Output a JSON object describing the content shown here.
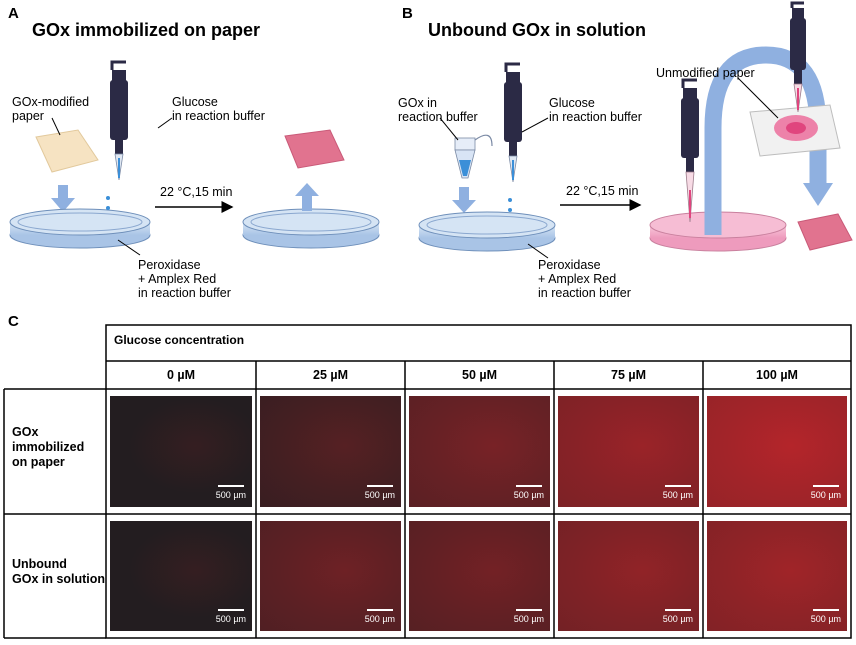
{
  "panelA": {
    "letter": "A",
    "title": "GOx  immobilized  on paper",
    "paper_label_1": "GOx-modified",
    "paper_label_2": "paper",
    "glucose_label_1": "Glucose",
    "glucose_label_2": "in reaction buffer",
    "condition": "22 °C,15 min",
    "dish_label_1": "Peroxidase",
    "dish_label_2": "+ Amplex  Red",
    "dish_label_3": "in reaction buffer"
  },
  "panelB": {
    "letter": "B",
    "title": "Unbound  GOx in solution",
    "gox_label_1": "GOx  in",
    "gox_label_2": "reaction buffer",
    "glucose_label_1": "Glucose",
    "glucose_label_2": "in reaction buffer",
    "condition": "22 °C,15 min",
    "unmodified_label": "Unmodified paper",
    "dish_label_1": "Peroxidase",
    "dish_label_2": "+ Amplex  Red",
    "dish_label_3": "in reaction buffer"
  },
  "panelC": {
    "letter": "C",
    "header": "Glucose concentration",
    "columns": [
      "0 µM",
      "25 µM",
      "50 µM",
      "75 µM",
      "100 µM"
    ],
    "rows": [
      {
        "label_lines": [
          "GOx",
          "immobilized",
          "on paper"
        ],
        "intensity": [
          0.0,
          0.22,
          0.45,
          0.68,
          0.85
        ]
      },
      {
        "label_lines": [
          "Unbound",
          "GOx in solution"
        ],
        "intensity": [
          0.0,
          0.38,
          0.42,
          0.62,
          0.72
        ]
      }
    ],
    "scale_bar": "500 µm"
  },
  "colors": {
    "dish": "#bcd3ec",
    "dish_pink": "#f2a3c3",
    "arrow": "#8fb0e0",
    "paper_beige": "#f6e3c2",
    "paper_pink": "#e1738f",
    "pipette": "#2b2a45",
    "drop": "#3b8fd8"
  }
}
